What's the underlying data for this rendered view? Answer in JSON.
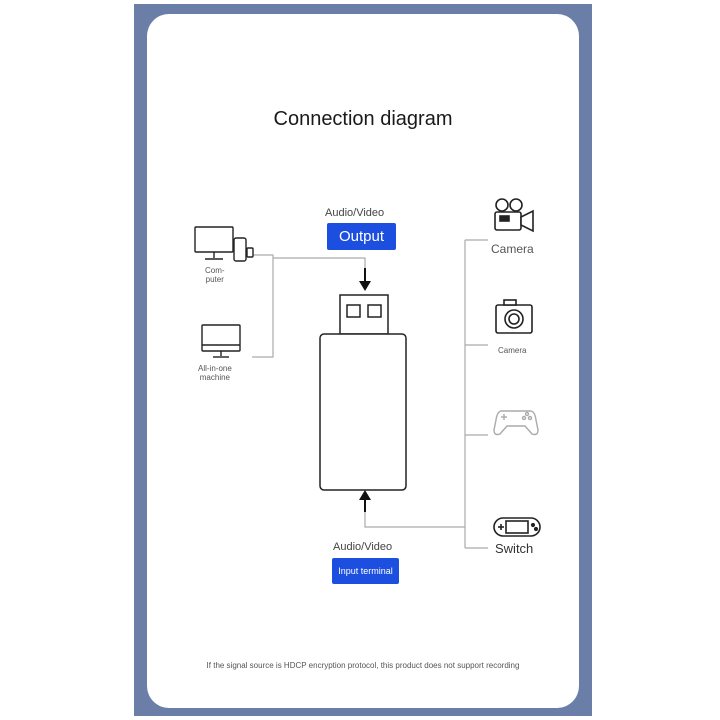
{
  "title": "Connection diagram",
  "output": {
    "caption": "Audio/Video",
    "button": "Output"
  },
  "input": {
    "caption": "Audio/Video",
    "button": "Input terminal"
  },
  "left_devices": [
    {
      "label_line1": "Com-",
      "label_line2": "puter",
      "icon": "computer-icon"
    },
    {
      "label_line1": "All-in-one",
      "label_line2": "machine",
      "icon": "monitor-icon"
    }
  ],
  "right_devices": [
    {
      "label": "Camera",
      "icon": "video-camera-icon"
    },
    {
      "label": "Camera",
      "icon": "photo-camera-icon"
    },
    {
      "label": "",
      "icon": "gamepad-icon"
    },
    {
      "label": "Switch",
      "icon": "switch-console-icon"
    }
  ],
  "footnote": "If the signal source is HDCP encryption protocol, this product does not support recording",
  "colors": {
    "frame": "#6b7ea8",
    "accent": "#1c4fe0",
    "line": "#aaaaaa",
    "stroke": "#222222"
  }
}
